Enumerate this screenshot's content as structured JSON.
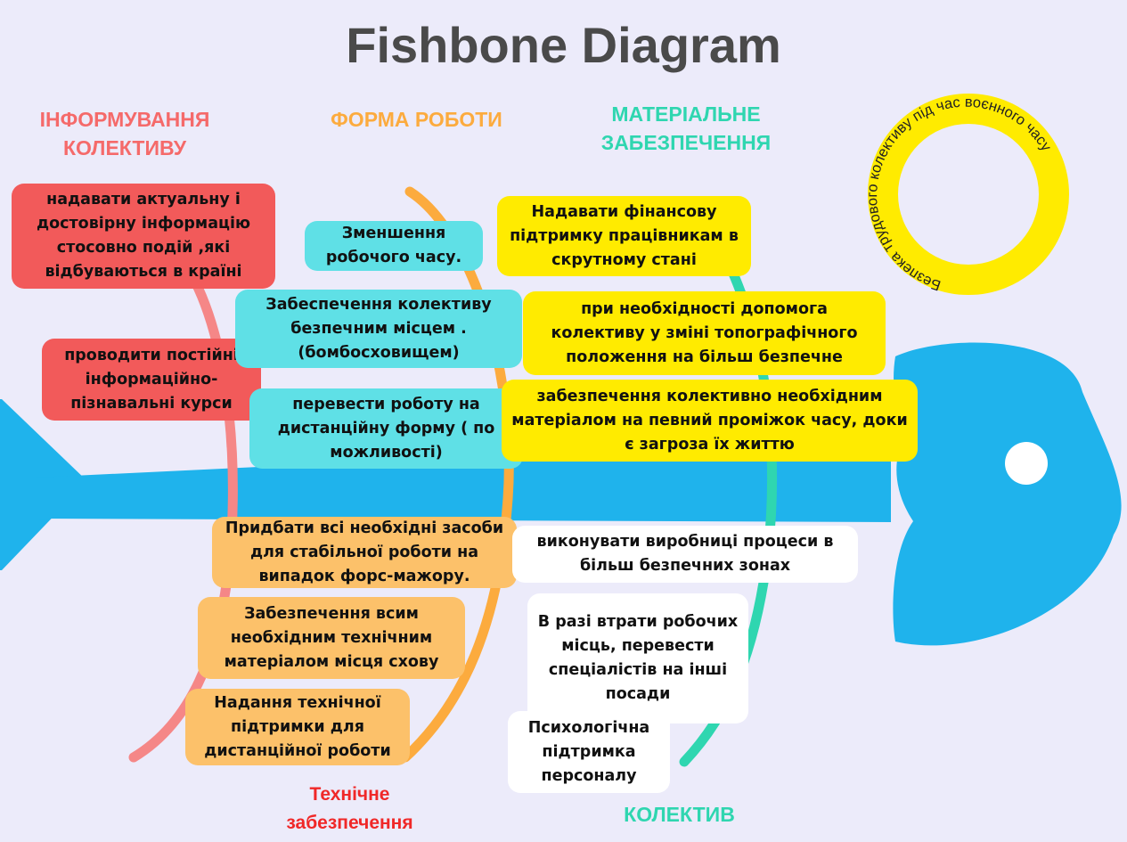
{
  "title": "Fishbone Diagram",
  "ring_text": "Безпека трудового колективу під час воєнного часу",
  "categories": {
    "informing": "ІНФОРМУВАННЯ КОЛЕКТИВУ",
    "work_form": "ФОРМА РОБОТИ",
    "material": "МАТЕРІАЛЬНЕ ЗАБЕЗПЕЧЕННЯ",
    "technical": "Технічне забезпечення",
    "team": "КОЛЕКТИВ"
  },
  "causes": {
    "informing": [
      "надавати актуальну і достовірну інформацію стосовно подій ,які відбуваються в країні",
      "проводити постійні інформаційно-пізнавальні курси"
    ],
    "work_form": [
      "Зменшення робочого часу.",
      "Забеспечення колективу безпечним місцем . (бомбосховищем)",
      "перевести роботу на дистанційну форму ( по можливості)"
    ],
    "material": [
      "Надавати фінансову підтримку працівникам в скрутному стані",
      "при необхідності допомога колективу у зміні топографічного положення на більш безпечне",
      "забезпечення колективно необхідним матеріалом на певний проміжок часу, доки є загроза їх життю"
    ],
    "technical": [
      "Придбати всі необхідні засоби для стабільної роботи на випадок форс-мажору.",
      "Забезпечення всим необхідним технічним матеріалом місця схову",
      "Надання технічної підтримки для дистанційної роботи"
    ],
    "team": [
      "виконувати виробниці процеси в більш безпечних зонах",
      "В разі втрати робочих місць, перевести спеціалістів на інші посади",
      "Психологічна підтримка персоналу"
    ]
  },
  "colors": {
    "background": "#ecebfa",
    "fish": "#1fb3ec",
    "informing": "#f25a5a",
    "work_form": "#fcab3e",
    "material": "#2fd6b0",
    "technical": "#f02828",
    "team": "#2fd6b0",
    "ring": "#ffeb00"
  }
}
